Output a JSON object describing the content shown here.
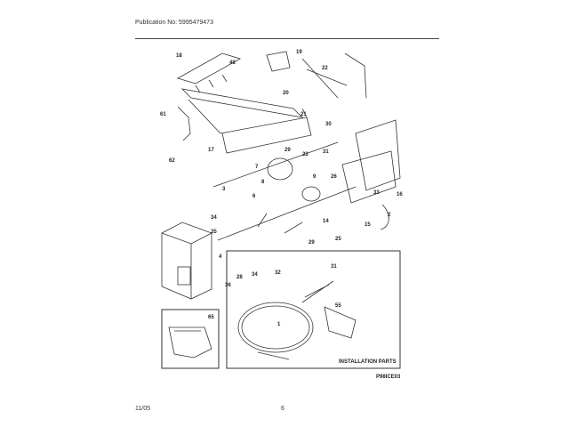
{
  "header": {
    "publication": "Publication No: 5995479473",
    "model": "",
    "section_title": ""
  },
  "diagram": {
    "part_labels": [
      "18",
      "48",
      "19",
      "22",
      "20",
      "61",
      "21",
      "62",
      "17",
      "29",
      "7",
      "23",
      "31",
      "30",
      "16",
      "8",
      "9",
      "34",
      "6",
      "26",
      "3",
      "33",
      "2",
      "35",
      "4",
      "14",
      "15",
      "28",
      "32",
      "25",
      "34",
      "29",
      "36",
      "65",
      "31",
      "1",
      "55"
    ],
    "installation_label": "INSTALLATION PARTS",
    "figure_code": "P98ICE03"
  },
  "footer": {
    "date": "11/05",
    "page": "6"
  }
}
